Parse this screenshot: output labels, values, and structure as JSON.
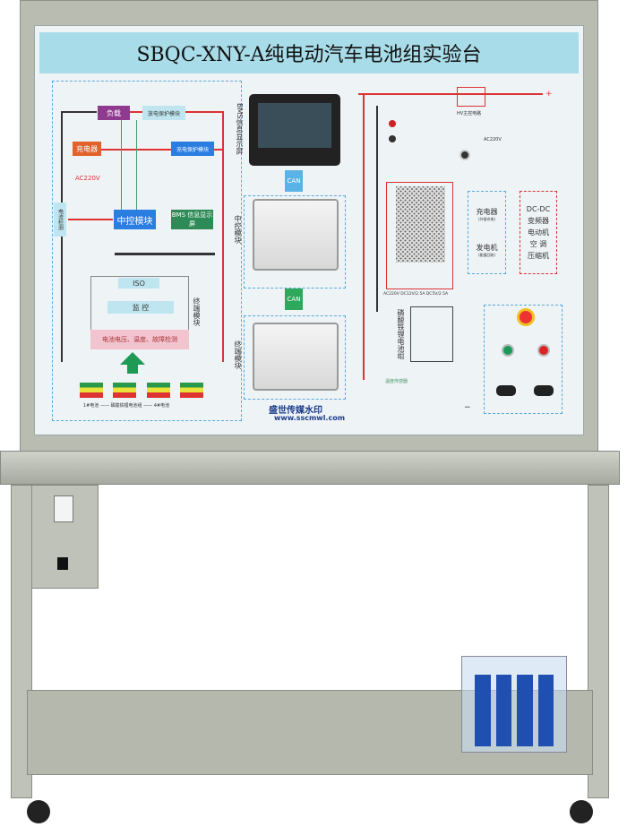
{
  "title": "SBQC-XNY-A纯电动汽车电池组实验台",
  "diagram": {
    "fuse": "负载",
    "discharge_protect": "放电保护模块",
    "charger": "充电器",
    "charge_protect": "充电保护模块",
    "ac220": "AC220V",
    "current_detect": "电流检测",
    "central_module": "中控模块",
    "bms_display": "BMS 信息显示屏",
    "iso": "ISO",
    "monitor": "监 控",
    "detect": "电池电压、温度、故障检测",
    "terminal_module": "终端模块",
    "battery_labels": "1#电池 —— 磷酸铁锂电池组 —— 4#电池",
    "bms_screen_label": "BMS信息显示屏",
    "can": "CAN",
    "central_label": "中控模块",
    "terminal_label": "终端模块",
    "relay": "HV主控电路",
    "ac220_plug": "AC220V",
    "psu_spec": "AC220V  DC12V/2.5A  DC5V/2.5A",
    "lifepo4": "磷酸铁锂电池组",
    "charger_box": "充电器",
    "charger_sub": "(外接充电)",
    "generator": "发电机",
    "generator_sub": "(能量回收)",
    "loads": [
      "DC-DC",
      "变频器",
      "电动机",
      "空 调",
      "压缩机"
    ],
    "temp_sensor": "温度传感器",
    "plus": "+",
    "minus": "−"
  },
  "watermark": {
    "name": "盛世传媒水印",
    "url": "www.sscmwl.com"
  },
  "colors": {
    "title_bar": "#a9dce9",
    "frame": "#b8bcb1",
    "wire_red": "#dd3333",
    "wire_black": "#333333",
    "central": "#2a7de1",
    "bms": "#2e8b57"
  }
}
